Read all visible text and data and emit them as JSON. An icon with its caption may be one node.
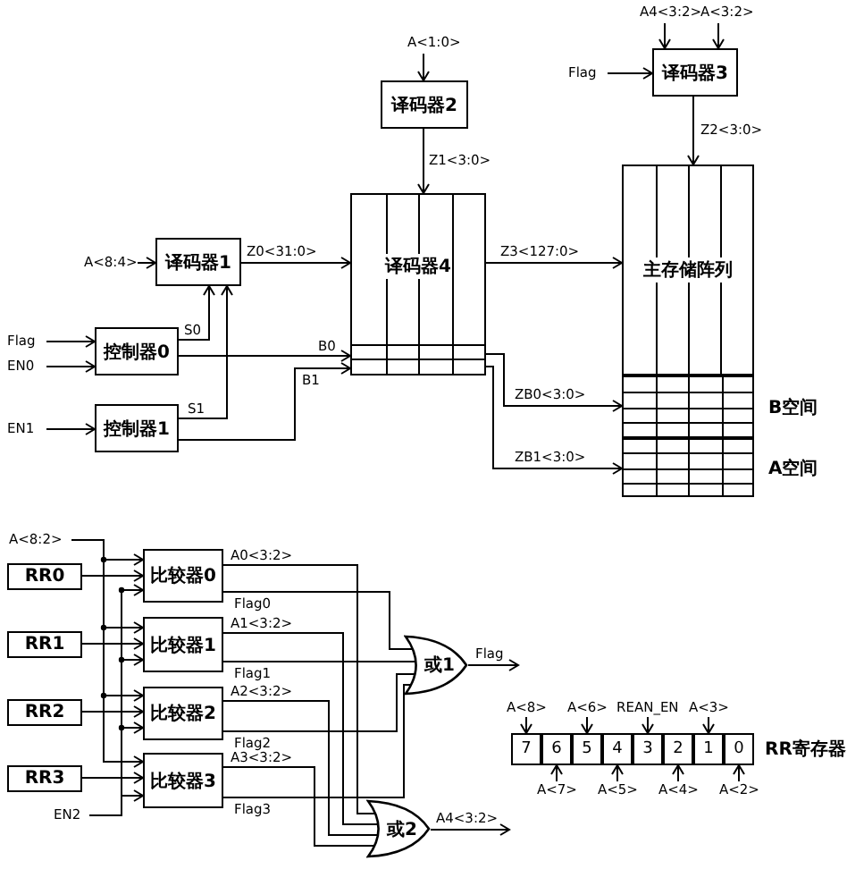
{
  "diagram": {
    "nodes": [
      {
        "text": [
          "译码器2"
        ]
      },
      {
        "text": [
          "译码器3"
        ]
      },
      {
        "text": [
          "译码器1"
        ]
      },
      {
        "text": [
          "译码器4"
        ]
      },
      {
        "text": [
          "主存储阵列"
        ]
      },
      {
        "text": [
          "控制器0"
        ]
      },
      {
        "text": [
          "控制器1"
        ]
      },
      {
        "text": [
          "B空间"
        ]
      },
      {
        "text": [
          "A空间"
        ]
      },
      {
        "text": [
          "RR0"
        ]
      },
      {
        "text": [
          "比较器0"
        ]
      },
      {
        "text": [
          "RR1"
        ]
      },
      {
        "text": [
          "比较器1"
        ]
      },
      {
        "text": [
          "RR2"
        ]
      },
      {
        "text": [
          "比较器2"
        ]
      },
      {
        "text": [
          "或1"
        ]
      },
      {
        "text": [
          "RR3"
        ]
      },
      {
        "text": [
          "比较器3"
        ]
      },
      {
        "text": [
          "或2"
        ]
      },
      {
        "text": [
          "RR寄存器"
        ]
      },
      {
        "text": [
          "7"
        ],
        "in": 19
      },
      {
        "text": [
          "6"
        ],
        "in": 19
      },
      {
        "text": [
          "5"
        ],
        "in": 19
      },
      {
        "text": [
          "4"
        ],
        "in": 19
      },
      {
        "text": [
          "3"
        ],
        "in": 19
      },
      {
        "text": [
          "2"
        ],
        "in": 19
      },
      {
        "text": [
          "1"
        ],
        "in": 19
      },
      {
        "text": [
          "0"
        ],
        "in": 19
      }
    ],
    "edges": [
      {
        "from": null,
        "to": 0,
        "arrow": "to",
        "label": "A<1:0>"
      },
      {
        "from": null,
        "to": 1,
        "arrow": "to",
        "label": "A4<3:2>"
      },
      {
        "from": null,
        "to": 1,
        "arrow": "to",
        "label": "A<3:2>"
      },
      {
        "from": null,
        "to": 1,
        "arrow": "to",
        "label": "Flag"
      },
      {
        "from": null,
        "to": 2,
        "arrow": "to",
        "label": "A<8:4>"
      },
      {
        "from": 2,
        "to": 3,
        "arrow": "to",
        "label": "Z0<31:0>"
      },
      {
        "from": 0,
        "to": 3,
        "arrow": "to",
        "label": "Z1<3:0>"
      },
      {
        "from": 1,
        "to": 4,
        "arrow": "to",
        "label": "Z2<3:0>"
      },
      {
        "from": 3,
        "to": 4,
        "arrow": "to",
        "label": "Z3<127:0>"
      },
      {
        "from": null,
        "to": 5,
        "arrow": "to",
        "label": "Flag"
      },
      {
        "from": null,
        "to": 5,
        "arrow": "to",
        "label": "EN0"
      },
      {
        "from": null,
        "to": 6,
        "arrow": "to",
        "label": "EN1"
      },
      {
        "from": 5,
        "to": 2,
        "arrow": "to",
        "label": "S0"
      },
      {
        "from": 6,
        "to": 2,
        "arrow": "to",
        "label": "S1"
      },
      {
        "from": 5,
        "to": 3,
        "arrow": "to",
        "label": "B0"
      },
      {
        "from": 6,
        "to": 3,
        "arrow": "to",
        "label": "B1"
      },
      {
        "from": 3,
        "to": 7,
        "arrow": "to",
        "label": "ZB0<3:0>"
      },
      {
        "from": 3,
        "to": 8,
        "arrow": "to",
        "label": "ZB1<3:0>"
      },
      {
        "from": null,
        "to": 10,
        "arrow": "to",
        "label": "A<8:2>"
      },
      {
        "from": null,
        "to": 12,
        "arrow": "to"
      },
      {
        "from": null,
        "to": 14,
        "arrow": "to"
      },
      {
        "from": null,
        "to": 17,
        "arrow": "to"
      },
      {
        "from": null,
        "to": 10,
        "arrow": "to",
        "label": "EN2"
      },
      {
        "from": null,
        "to": 12,
        "arrow": "to"
      },
      {
        "from": null,
        "to": 14,
        "arrow": "to"
      },
      {
        "from": null,
        "to": 17,
        "arrow": "to"
      },
      {
        "from": 9,
        "to": 10,
        "arrow": "to"
      },
      {
        "from": 11,
        "to": 12,
        "arrow": "to"
      },
      {
        "from": 13,
        "to": 14,
        "arrow": "to"
      },
      {
        "from": 16,
        "to": 17,
        "arrow": "to"
      },
      {
        "from": 10,
        "to": 15,
        "arrow": "none",
        "label": "Flag0"
      },
      {
        "from": 12,
        "to": 15,
        "arrow": "none",
        "label": "Flag1"
      },
      {
        "from": 14,
        "to": 15,
        "arrow": "none",
        "label": "Flag2"
      },
      {
        "from": 17,
        "to": 15,
        "arrow": "none",
        "label": "Flag3"
      },
      {
        "from": 10,
        "to": 18,
        "arrow": "none",
        "label": "A0<3:2>"
      },
      {
        "from": 12,
        "to": 18,
        "arrow": "none",
        "label": "A1<3:2>"
      },
      {
        "from": 14,
        "to": 18,
        "arrow": "none",
        "label": "A2<3:2>"
      },
      {
        "from": 17,
        "to": 18,
        "arrow": "none",
        "label": "A3<3:2>"
      },
      {
        "from": 15,
        "to": null,
        "arrow": "to",
        "label": "Flag"
      },
      {
        "from": 18,
        "to": null,
        "arrow": "to",
        "label": "A4<3:2>"
      },
      {
        "from": null,
        "to": 20,
        "arrow": "to",
        "label": "A<8>"
      },
      {
        "from": null,
        "to": 21,
        "arrow": "to",
        "label": "A<7>"
      },
      {
        "from": null,
        "to": 22,
        "arrow": "to",
        "label": "A<6>"
      },
      {
        "from": null,
        "to": 23,
        "arrow": "to",
        "label": "A<5>"
      },
      {
        "from": null,
        "to": 24,
        "arrow": "to",
        "label": "REAN_EN"
      },
      {
        "from": null,
        "to": 25,
        "arrow": "to",
        "label": "A<4>"
      },
      {
        "from": null,
        "to": 26,
        "arrow": "to",
        "label": "A<3>"
      },
      {
        "from": null,
        "to": 27,
        "arrow": "to",
        "label": "A<2>"
      }
    ]
  }
}
